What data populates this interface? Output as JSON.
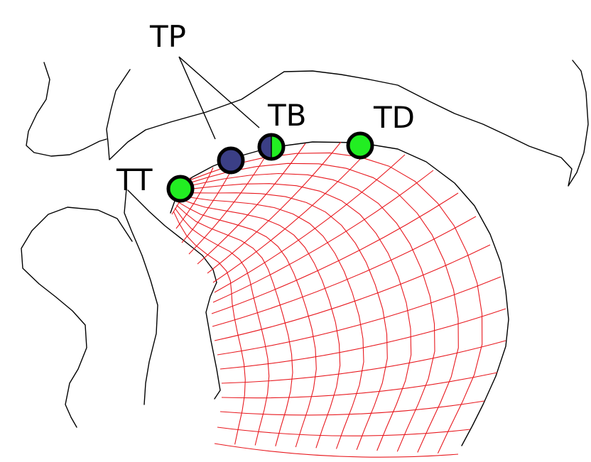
{
  "labels": {
    "tp": "TP",
    "tb": "TB",
    "td": "TD",
    "tt": "TT"
  },
  "colors": {
    "outline": "#000000",
    "mesh": "#e8191f",
    "sensor_green": "#22ee22",
    "sensor_blue": "#3b3f86"
  },
  "sensors": [
    {
      "name": "TT",
      "color": "sensor_green"
    },
    {
      "name": "TP",
      "color": "sensor_blue"
    },
    {
      "name": "TB",
      "color": "split_blue_green"
    },
    {
      "name": "TD",
      "color": "sensor_green"
    }
  ]
}
